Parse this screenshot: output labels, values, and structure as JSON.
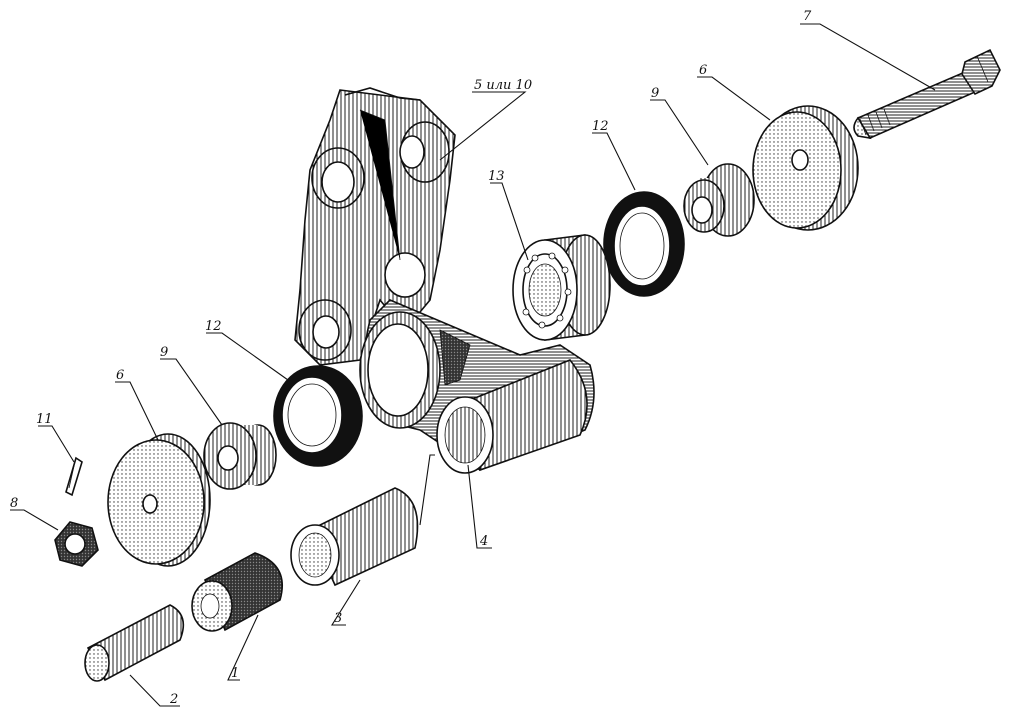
{
  "diagram": {
    "labels": {
      "l7": "7",
      "l6_top": "6",
      "l9_top": "9",
      "l12_top": "12",
      "l13": "13",
      "l5": "5 или 10",
      "l12_mid": "12",
      "l9_mid": "9",
      "l6_mid": "6",
      "l11": "11",
      "l8": "8",
      "l4": "4",
      "l3": "3",
      "l1": "1",
      "l2": "2"
    }
  },
  "colors": {
    "ink": "#111111",
    "paper": "#ffffff",
    "shade": "#d9d9d9"
  }
}
